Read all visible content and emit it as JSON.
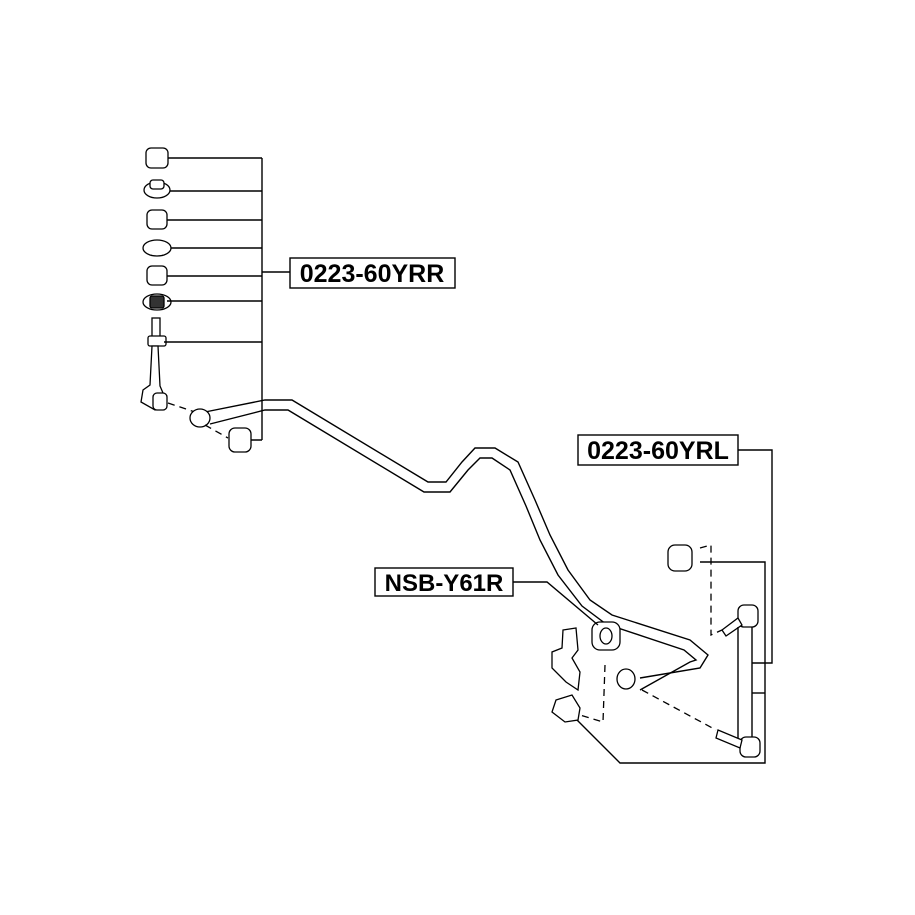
{
  "labels": {
    "rear_right_link": "0223-60YRR",
    "rear_left_link": "0223-60YRL",
    "bushing": "NSB-Y61R"
  }
}
